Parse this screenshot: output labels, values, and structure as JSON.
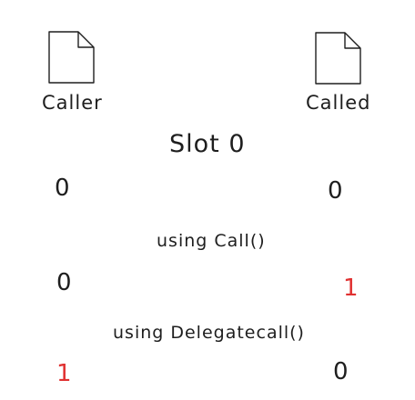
{
  "caller": {
    "label": "Caller"
  },
  "called": {
    "label": "Called"
  },
  "slot_title": "Slot 0",
  "initial": {
    "caller_value": "0",
    "called_value": "0"
  },
  "call": {
    "label": "using Call()",
    "caller_value": "0",
    "called_value": "1"
  },
  "delegatecall": {
    "label": "using Delegatecall()",
    "caller_value": "1",
    "called_value": "0"
  },
  "colors": {
    "ink": "#1e1e1e",
    "changed": "#e03131"
  },
  "icons": {
    "document": "document-icon"
  }
}
